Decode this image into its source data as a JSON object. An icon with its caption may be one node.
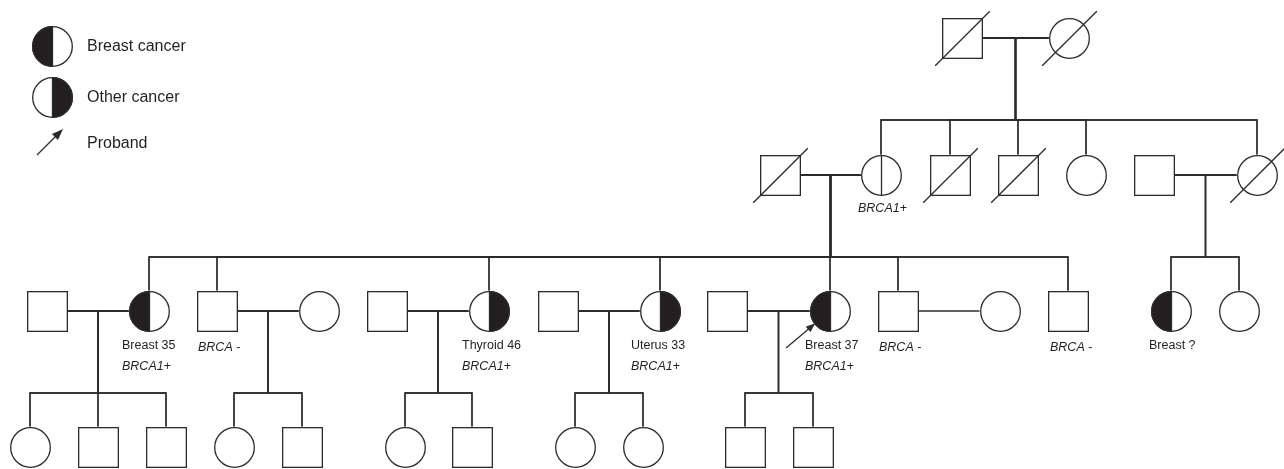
{
  "diagram": {
    "nodes": [
      {
        "text": [],
        "shape": "box"
      },
      {
        "text": [],
        "shape": "circle"
      },
      {
        "text": [],
        "shape": "box"
      },
      {
        "text": [],
        "shape": "circle",
        "beside": [
          "*BRCA1*+"
        ]
      },
      {
        "text": [],
        "shape": "box"
      },
      {
        "text": [],
        "shape": "box"
      },
      {
        "text": [],
        "shape": "circle"
      },
      {
        "text": [],
        "shape": "box"
      },
      {
        "text": [],
        "shape": "circle"
      },
      {
        "text": [],
        "shape": "box"
      },
      {
        "text": [],
        "shape": "circle",
        "beside": [
          "Breast 35",
          "*BRCA1*+"
        ]
      },
      {
        "text": [],
        "shape": "box",
        "beside": [
          "*BRCA* -"
        ]
      },
      {
        "text": [],
        "shape": "circle"
      },
      {
        "text": [],
        "shape": "box"
      },
      {
        "text": [],
        "shape": "circle",
        "beside": [
          "Thyroid 46",
          "*BRCA1*+"
        ]
      },
      {
        "text": [],
        "shape": "box"
      },
      {
        "text": [],
        "shape": "circle",
        "beside": [
          "Uterus 33",
          "*BRCA1*+"
        ]
      },
      {
        "text": [],
        "shape": "box"
      },
      {
        "text": [],
        "shape": "circle",
        "beside": [
          "Breast 37",
          "*BRCA1*+"
        ]
      },
      {
        "text": [],
        "shape": "box",
        "beside": [
          "*BRCA* -"
        ]
      },
      {
        "text": [],
        "shape": "circle"
      },
      {
        "text": [],
        "shape": "box",
        "beside": [
          "*BRCA* -"
        ]
      },
      {
        "text": [],
        "shape": "circle",
        "beside": [
          "Breast ?"
        ]
      },
      {
        "text": [],
        "shape": "circle"
      },
      {
        "text": [],
        "shape": "circle"
      },
      {
        "text": [],
        "shape": "box"
      },
      {
        "text": [],
        "shape": "box"
      },
      {
        "text": [],
        "shape": "circle"
      },
      {
        "text": [],
        "shape": "box"
      },
      {
        "text": [],
        "shape": "circle"
      },
      {
        "text": [],
        "shape": "box"
      },
      {
        "text": [],
        "shape": "circle"
      },
      {
        "text": [],
        "shape": "circle"
      },
      {
        "text": [],
        "shape": "box"
      },
      {
        "text": [],
        "shape": "box"
      }
    ],
    "edges": [
      {
        "from": 0,
        "to": 1,
        "arrow": "none"
      },
      {
        "from": 2,
        "to": 3,
        "arrow": "none"
      },
      {
        "from": 7,
        "to": 8,
        "arrow": "none"
      },
      {
        "from": 9,
        "to": 10,
        "arrow": "none"
      },
      {
        "from": 11,
        "to": 12,
        "arrow": "none"
      },
      {
        "from": 13,
        "to": 14,
        "arrow": "none"
      },
      {
        "from": 15,
        "to": 16,
        "arrow": "none"
      },
      {
        "from": 17,
        "to": 18,
        "arrow": "none"
      },
      {
        "from": 19,
        "to": 20,
        "arrow": "none"
      },
      {
        "from": 0,
        "to": 3,
        "arrow": "none"
      },
      {
        "from": 0,
        "to": 4,
        "arrow": "none"
      },
      {
        "from": 0,
        "to": 5,
        "arrow": "none"
      },
      {
        "from": 0,
        "to": 6,
        "arrow": "none"
      },
      {
        "from": 0,
        "to": 8,
        "arrow": "none"
      },
      {
        "from": 1,
        "to": 3,
        "arrow": "none"
      },
      {
        "from": 1,
        "to": 4,
        "arrow": "none"
      },
      {
        "from": 1,
        "to": 5,
        "arrow": "none"
      },
      {
        "from": 1,
        "to": 6,
        "arrow": "none"
      },
      {
        "from": 1,
        "to": 8,
        "arrow": "none"
      },
      {
        "from": 2,
        "to": 10,
        "arrow": "none"
      },
      {
        "from": 2,
        "to": 11,
        "arrow": "none"
      },
      {
        "from": 2,
        "to": 14,
        "arrow": "none"
      },
      {
        "from": 2,
        "to": 16,
        "arrow": "none"
      },
      {
        "from": 2,
        "to": 18,
        "arrow": "none"
      },
      {
        "from": 2,
        "to": 19,
        "arrow": "none"
      },
      {
        "from": 2,
        "to": 21,
        "arrow": "none"
      },
      {
        "from": 3,
        "to": 10,
        "arrow": "none"
      },
      {
        "from": 3,
        "to": 11,
        "arrow": "none"
      },
      {
        "from": 3,
        "to": 14,
        "arrow": "none"
      },
      {
        "from": 3,
        "to": 16,
        "arrow": "none"
      },
      {
        "from": 3,
        "to": 18,
        "arrow": "none"
      },
      {
        "from": 3,
        "to": 19,
        "arrow": "none"
      },
      {
        "from": 3,
        "to": 21,
        "arrow": "none"
      },
      {
        "from": 7,
        "to": 22,
        "arrow": "none"
      },
      {
        "from": 7,
        "to": 23,
        "arrow": "none"
      },
      {
        "from": 8,
        "to": 22,
        "arrow": "none"
      },
      {
        "from": 8,
        "to": 23,
        "arrow": "none"
      },
      {
        "from": 9,
        "to": 24,
        "arrow": "none"
      },
      {
        "from": 9,
        "to": 25,
        "arrow": "none"
      },
      {
        "from": 9,
        "to": 26,
        "arrow": "none"
      },
      {
        "from": 10,
        "to": 24,
        "arrow": "none"
      },
      {
        "from": 10,
        "to": 25,
        "arrow": "none"
      },
      {
        "from": 10,
        "to": 26,
        "arrow": "none"
      },
      {
        "from": 11,
        "to": 27,
        "arrow": "none"
      },
      {
        "from": 11,
        "to": 28,
        "arrow": "none"
      },
      {
        "from": 12,
        "to": 27,
        "arrow": "none"
      },
      {
        "from": 12,
        "to": 28,
        "arrow": "none"
      },
      {
        "from": 13,
        "to": 29,
        "arrow": "none"
      },
      {
        "from": 13,
        "to": 30,
        "arrow": "none"
      },
      {
        "from": 14,
        "to": 29,
        "arrow": "none"
      },
      {
        "from": 14,
        "to": 30,
        "arrow": "none"
      },
      {
        "from": 15,
        "to": 31,
        "arrow": "none"
      },
      {
        "from": 15,
        "to": 32,
        "arrow": "none"
      },
      {
        "from": 16,
        "to": 31,
        "arrow": "none"
      },
      {
        "from": 16,
        "to": 32,
        "arrow": "none"
      },
      {
        "from": 17,
        "to": 33,
        "arrow": "none"
      },
      {
        "from": 17,
        "to": 34,
        "arrow": "none"
      },
      {
        "from": 18,
        "to": 33,
        "arrow": "none"
      },
      {
        "from": 18,
        "to": 34,
        "arrow": "none"
      },
      {
        "from": null,
        "to": 18,
        "arrow": "to"
      }
    ],
    "legend": [
      {
        "text": "Breast cancer"
      },
      {
        "text": "Other cancer"
      },
      {
        "text": "Proband"
      }
    ]
  }
}
